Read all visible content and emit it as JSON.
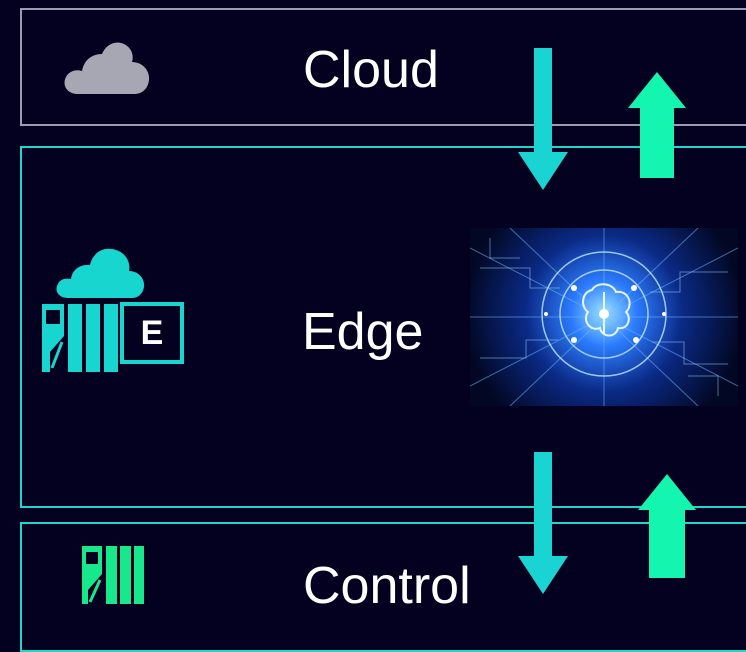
{
  "layers": {
    "cloud": {
      "label": "Cloud",
      "icon": "cloud-icon",
      "border_color": "#9c9cb0"
    },
    "edge": {
      "label": "Edge",
      "icon": "edge-device-icon",
      "badge": "E",
      "border_color": "#20d6cc"
    },
    "control": {
      "label": "Control",
      "icon": "plc-icon",
      "border_color": "#20d6cc"
    }
  },
  "image": {
    "name": "ai-circuit-brain-image"
  },
  "colors": {
    "background": "#04001f",
    "downlink_arrow": "#1ad3d3",
    "uplink_arrow": "#14f5b0",
    "icon_cyan": "#17d6cf",
    "icon_green": "#18e88c"
  }
}
